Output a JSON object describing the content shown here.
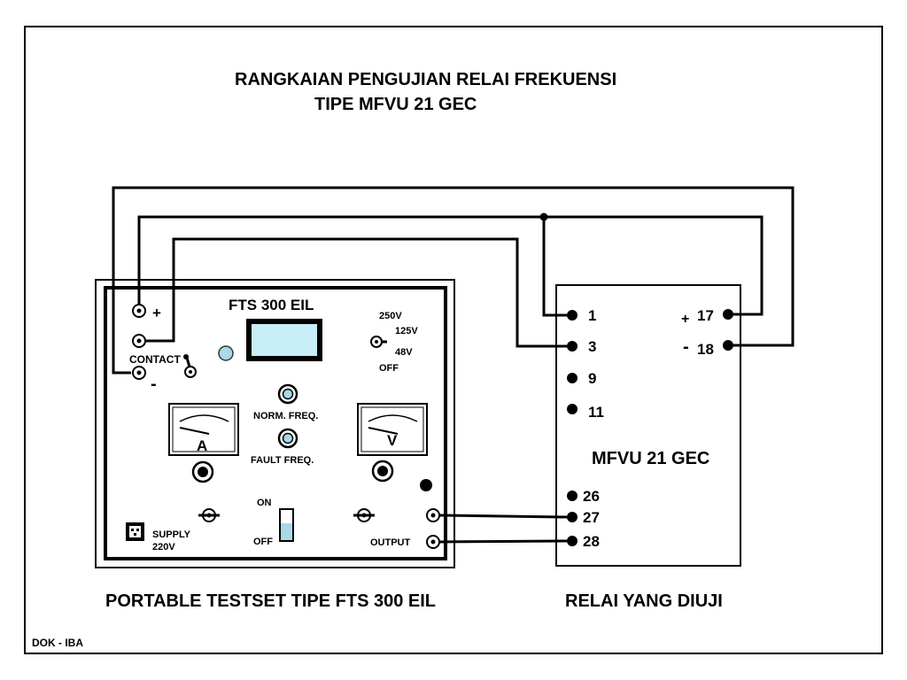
{
  "title": {
    "line1": "RANGKAIAN PENGUJIAN RELAI FREKUENSI",
    "line2": "TIPE MFVU 21 GEC"
  },
  "testset": {
    "model_label": "FTS 300 EIL",
    "plus_label": "+",
    "minus_label": "-",
    "contact_label": "CONTACT",
    "voltage_options": [
      "250V",
      "125V",
      "48V",
      "OFF"
    ],
    "norm_freq_label": "NORM. FREQ.",
    "fault_freq_label": "FAULT  FREQ.",
    "ammeter_label": "A",
    "voltmeter_label": "V",
    "on_label": "ON",
    "off_label": "OFF",
    "supply_label_1": "SUPPLY",
    "supply_label_2": "220V",
    "output_label": "OUTPUT",
    "caption": "PORTABLE TESTSET  TIPE FTS 300 EIL"
  },
  "relay": {
    "name": "MFVU 21 GEC",
    "terminals_left": [
      "1",
      "3",
      "9",
      "11",
      "26",
      "27",
      "28"
    ],
    "terminal_plus": "17",
    "terminal_minus": "18",
    "plus_sign": "+",
    "minus_sign": "-",
    "caption": "RELAI YANG DIUJI"
  },
  "footer": "DOK - IBA",
  "colors": {
    "line": "#000000",
    "panel_fill": "#ffffff",
    "display_fill": "#c8eef8",
    "lamp_fill": "#a9d8e6",
    "switch_fill": "#a9d8e6"
  }
}
